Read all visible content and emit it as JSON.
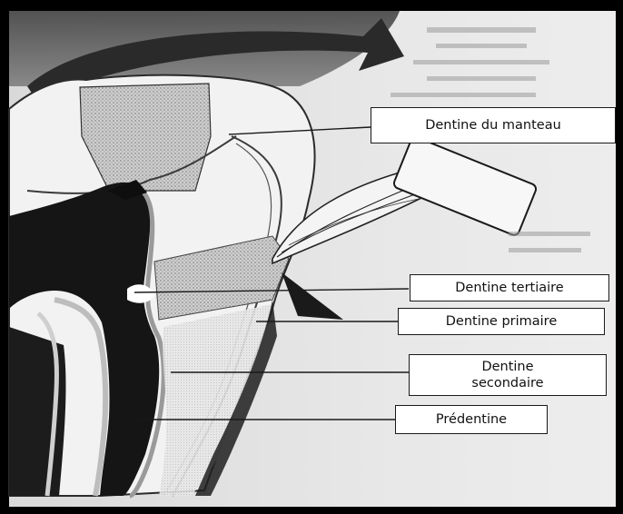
{
  "labels": {
    "mantle": "Dentine du manteau",
    "tertiary": "Dentine tertiaire",
    "primary": "Dentine primaire",
    "secondary_line1": "Dentine",
    "secondary_line2": "secondaire",
    "predentine": "Prédentine"
  }
}
